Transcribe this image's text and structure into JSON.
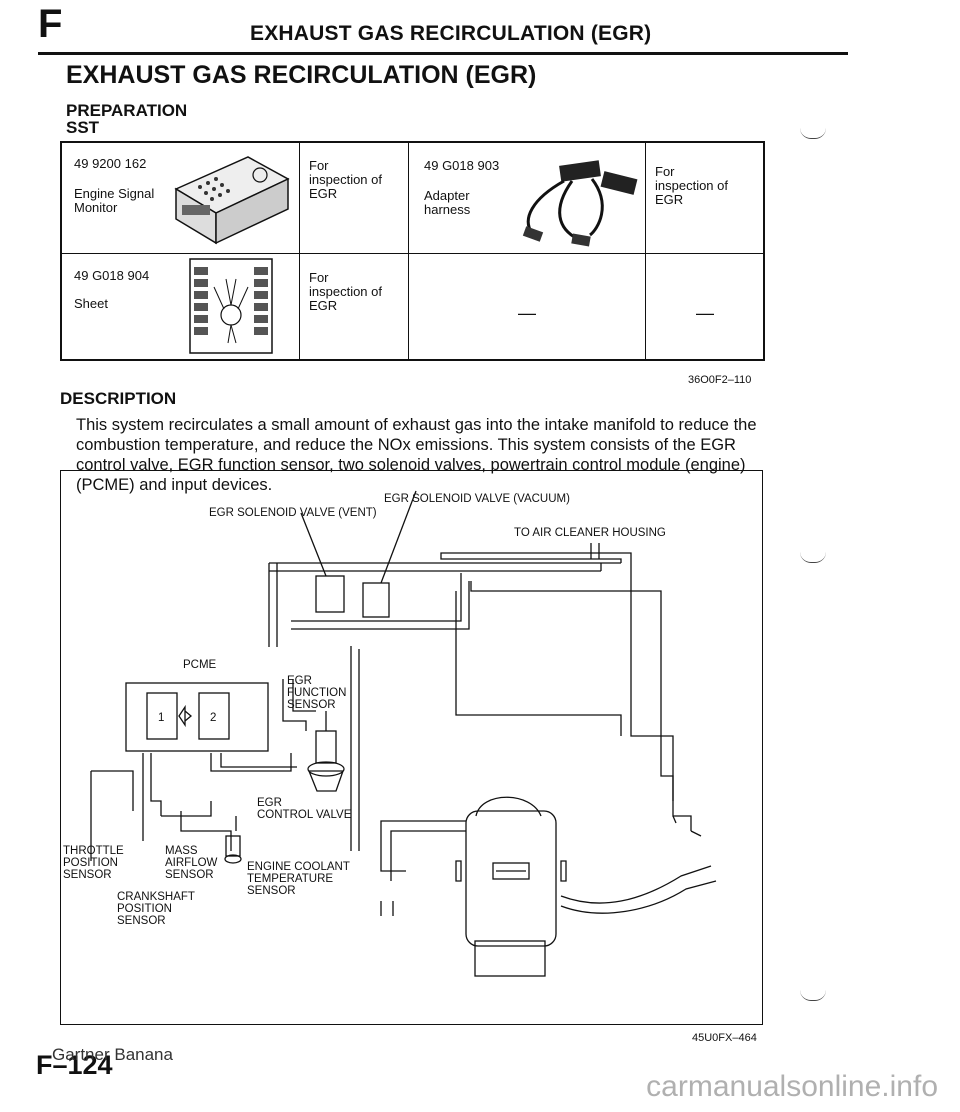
{
  "header": {
    "section_letter": "F",
    "title": "EXHAUST GAS RECIRCULATION (EGR)"
  },
  "main_title": "EXHAUST GAS RECIRCULATION (EGR)",
  "preparation": {
    "heading": "PREPARATION",
    "subheading": "SST",
    "table_rows": [
      {
        "left_tool": {
          "number": "49 9200 162",
          "name": "Engine Signal\nMonitor",
          "use": "For\ninspection of\nEGR"
        },
        "right_tool": {
          "number": "49 G018 903",
          "name": "Adapter\nharness",
          "use": "For\ninspection of\nEGR"
        }
      },
      {
        "left_tool": {
          "number": "49 G018 904",
          "name": "Sheet",
          "use": "For\ninspection of\nEGR"
        },
        "right_tool": {
          "number": "",
          "name": "—",
          "use": "—"
        }
      }
    ],
    "figure_code": "36O0F2–110"
  },
  "description": {
    "heading": "DESCRIPTION",
    "text": "This system recirculates a small amount of exhaust gas into the intake manifold to reduce the combustion temperature, and reduce the NOx emissions. This system consists of the EGR control valve, EGR function sensor, two solenoid valves, powertrain control module (engine) (PCME) and input devices."
  },
  "diagram": {
    "labels": {
      "solenoid_vacuum": "EGR SOLENOID VALVE (VACUUM)",
      "solenoid_vent": "EGR SOLENOID VALVE (VENT)",
      "air_cleaner": "TO AIR CLEANER HOUSING",
      "pcme": "PCME",
      "pcme_unit_1": "1",
      "pcme_unit_2": "2",
      "egr_function_sensor": "EGR\nFUNCTION\nSENSOR",
      "egr_control_valve": "EGR\nCONTROL VALVE",
      "throttle_sensor": "THROTTLE\nPOSITION\nSENSOR",
      "maf_sensor": "MASS\nAIRFLOW\nSENSOR",
      "ect_sensor": "ENGINE COOLANT\nTEMPERATURE\nSENSOR",
      "ckp_sensor": "CRANKSHAFT\nPOSITION\nSENSOR"
    },
    "figure_code": "45U0FX–464"
  },
  "footer": {
    "name": "Gartner Banana",
    "page": "F–124"
  },
  "watermark": "carmanualsonline.info"
}
